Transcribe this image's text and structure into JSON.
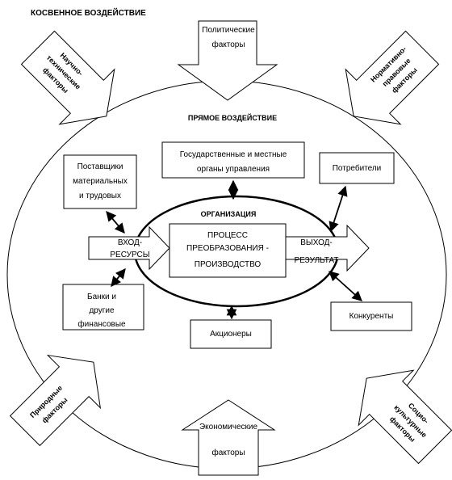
{
  "headings": {
    "indirect": "КОСВЕННОЕ ВОЗДЕЙСТВИЕ",
    "direct": "ПРЯМОЕ ВОЗДЕЙСТВИЕ",
    "organization": "ОРГАНИЗАЦИЯ"
  },
  "external_factors": {
    "political": [
      "Политические",
      "факторы"
    ],
    "economic": [
      "Экономические",
      "факторы"
    ],
    "scientific_technical": [
      "Научно-",
      "технические",
      "факторы"
    ],
    "normative_legal": [
      "Нормативно-",
      "правовые",
      "факторы"
    ],
    "natural": [
      "Природные",
      "факторы"
    ],
    "socio_cultural": [
      "Социо-",
      "культурные",
      "факторы"
    ]
  },
  "direct_actors": {
    "suppliers": [
      "Поставщики",
      "материальных",
      "и трудовых"
    ],
    "government": [
      "Государственные и местные",
      "органы управления"
    ],
    "consumers": [
      "Потребители"
    ],
    "banks": [
      "Банки и",
      "другие",
      "финансовые"
    ],
    "shareholders": [
      "Акционеры"
    ],
    "competitors": [
      "Конкуренты"
    ]
  },
  "organization": {
    "input": [
      "ВХОД-",
      "РЕСУРСЫ"
    ],
    "process": [
      "ПРОЦЕСС",
      "ПРЕОБРАЗОВАНИЯ -",
      "ПРОИЗВОДСТВО"
    ],
    "output": [
      "ВЫХОД-",
      "РЕЗУЛЬТАТ"
    ]
  }
}
